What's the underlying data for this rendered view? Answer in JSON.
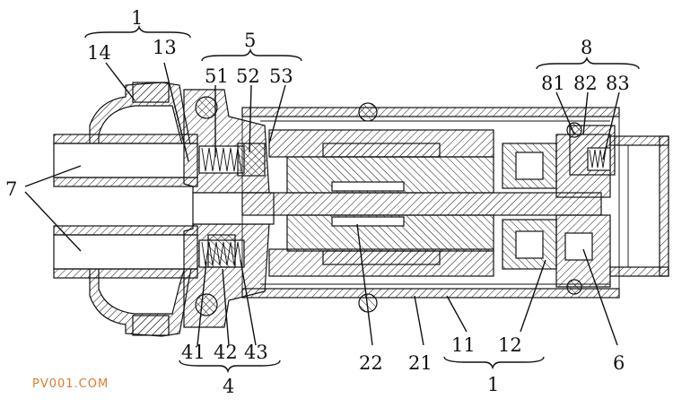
{
  "labels": {
    "l1_top": "1",
    "l14": "14",
    "l13": "13",
    "l5": "5",
    "l51": "51",
    "l52": "52",
    "l53": "53",
    "l8": "8",
    "l81": "81",
    "l82": "82",
    "l83": "83",
    "l7": "7",
    "l41": "41",
    "l42": "42",
    "l43": "43",
    "l4": "4",
    "l22": "22",
    "l21": "21",
    "l11": "11",
    "l12": "12",
    "l6": "6",
    "l1_bottom": "1"
  },
  "watermark": "PV001.COM"
}
